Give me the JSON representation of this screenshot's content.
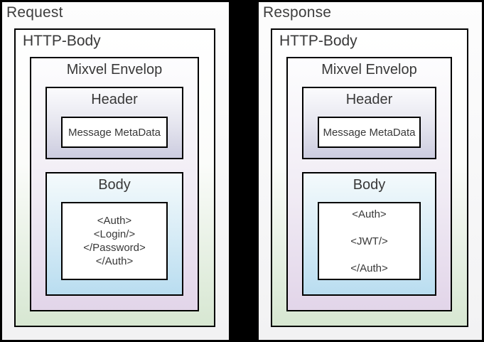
{
  "panels": [
    {
      "title": "Request",
      "http_body_label": "HTTP-Body",
      "envelope_label": "Mixvel Envelop",
      "header_label": "Header",
      "metadata_label": "Message MetaData",
      "body_label": "Body",
      "body_content": "<Auth>\n<Login/>\n</Password>\n</Auth>"
    },
    {
      "title": "Response",
      "http_body_label": "HTTP-Body",
      "envelope_label": "Mixvel Envelop",
      "header_label": "Header",
      "metadata_label": "Message MetaData",
      "body_label": "Body",
      "body_content": "<Auth>\n\n<JWT/>\n\n</Auth>"
    }
  ],
  "colors": {
    "frame_and_separator": "#000000",
    "panel_background": "#f5f5f6",
    "http_body_gradient_end": "#d7e7d2",
    "envelope_gradient_end": "#e2d5e9",
    "header_gradient_end": "#ccccdf",
    "body_gradient_end": "#b9ddf0",
    "box_border": "#000000",
    "text": "#3d3d3d"
  }
}
